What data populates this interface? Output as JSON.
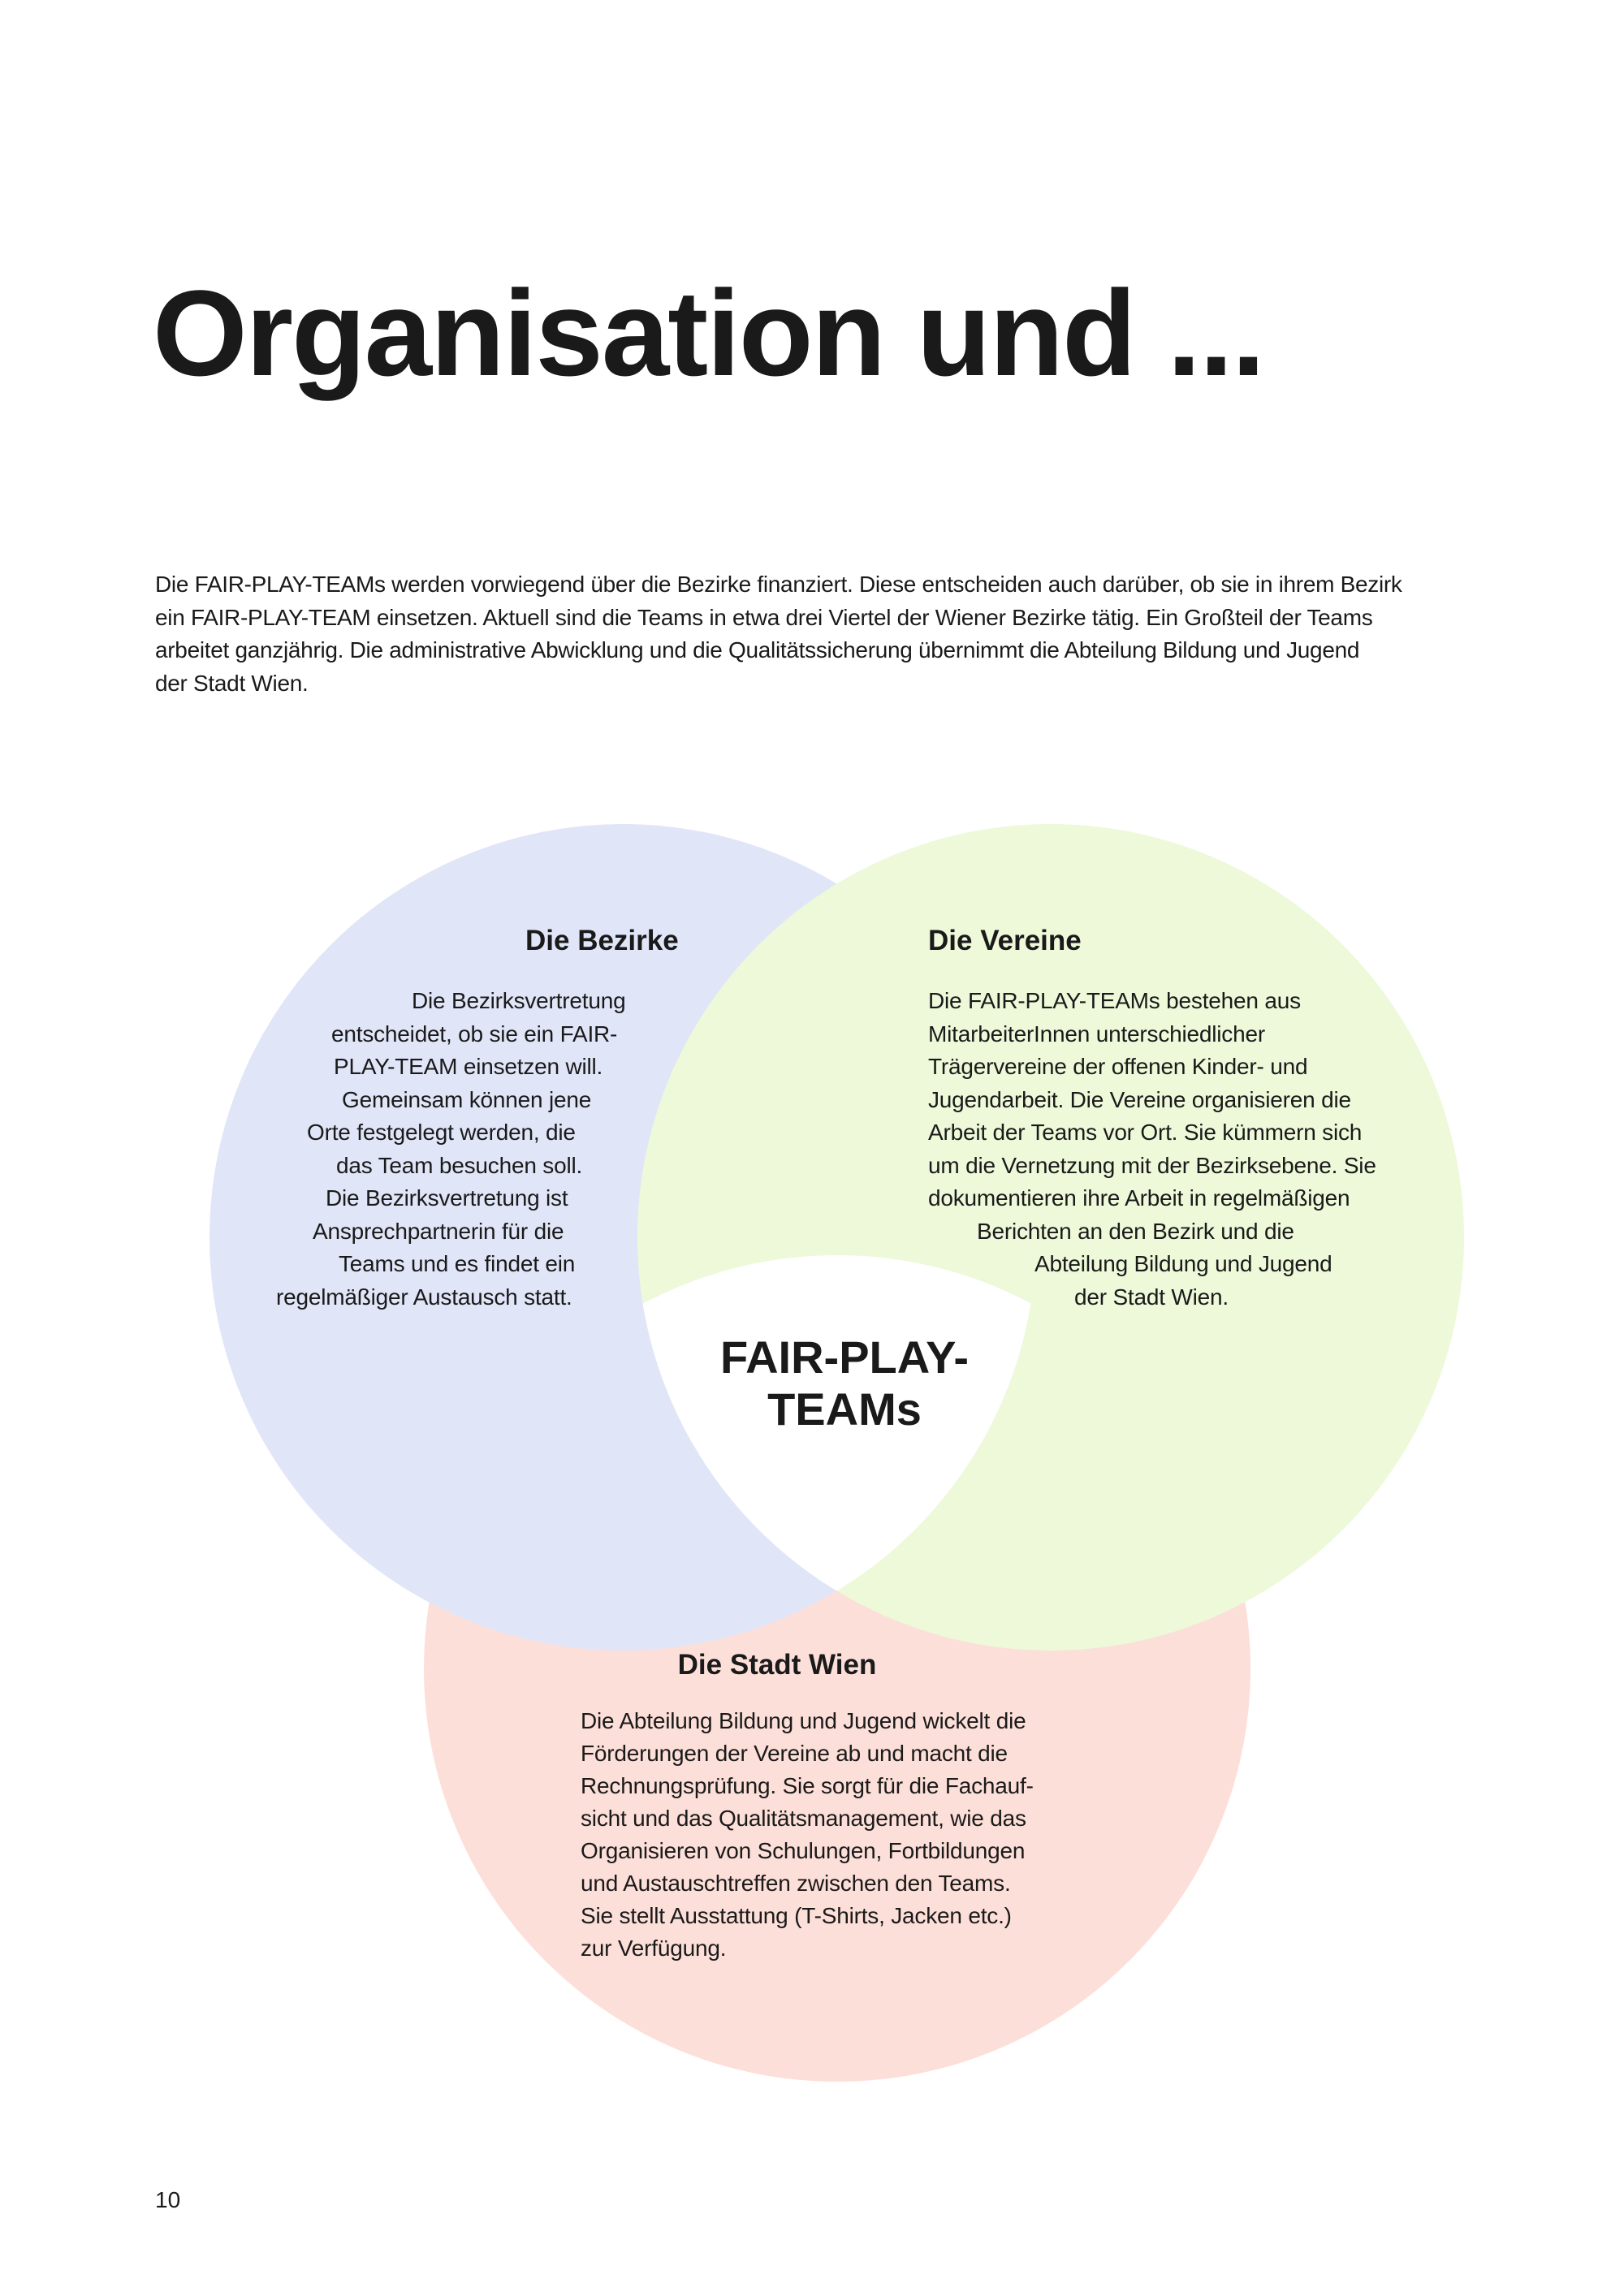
{
  "title": "Organisation und ...",
  "intro_lines": [
    "Die FAIR-PLAY-TEAMs werden vorwiegend über die Bezirke finanziert. Diese entscheiden auch darüber, ob sie in ihrem Bezirk",
    "ein FAIR-PLAY-TEAM einsetzen. Aktuell sind die Teams in etwa drei Viertel der Wiener Bezirke tätig. Ein Großteil der Teams",
    "arbeitet ganzjährig.  Die administrative Abwicklung und die Qualitätssicherung übernimmt die Abteilung Bildung und Jugend",
    "der Stadt Wien."
  ],
  "colors": {
    "bezirke": "#e1e5f8",
    "vereine": "#edf9d9",
    "stadt": "#fddfd9",
    "center": "#ffffff"
  },
  "venn": {
    "center_label_lines": [
      "FAIR-PLAY-",
      "TEAMs"
    ],
    "bezirke": {
      "heading": "Die Bezirke",
      "lines": [
        "Die Bezirksvertretung",
        "entscheidet, ob sie ein FAIR-",
        "PLAY-TEAM einsetzen will.",
        "Gemeinsam können jene",
        "Orte festgelegt werden, die",
        "das Team besuchen soll.",
        "Die Bezirksvertretung ist",
        "Ansprechpartnerin für die",
        "Teams und es findet ein",
        "regelmäßiger Austausch statt."
      ]
    },
    "vereine": {
      "heading": "Die Vereine",
      "lines": [
        "Die FAIR-PLAY-TEAMs bestehen aus",
        "MitarbeiterInnen unterschiedlicher",
        "Trägervereine der offenen Kinder- und",
        "Jugendarbeit. Die Vereine organisieren die",
        "Arbeit der Teams vor Ort. Sie kümmern sich",
        "um die Vernetzung mit der Bezirksebene. Sie",
        "dokumentieren ihre Arbeit in regelmäßigen",
        "Berichten an den Bezirk und die",
        "Abteilung Bildung und Jugend",
        "der Stadt Wien."
      ]
    },
    "stadt": {
      "heading": "Die Stadt Wien",
      "lines": [
        "Die Abteilung Bildung und Jugend wickelt die",
        "Förderungen der Vereine ab und macht die",
        "Rechnungsprüfung. Sie sorgt für die Fachauf-",
        "sicht und das Qualitätsmanagement, wie das",
        "Organisieren von Schulungen, Fortbildungen",
        "und Austauschtreffen zwischen den Teams.",
        "Sie stellt Ausstattung (T-Shirts, Jacken etc.)",
        "zur Verfügung."
      ]
    }
  },
  "page_number": "10"
}
